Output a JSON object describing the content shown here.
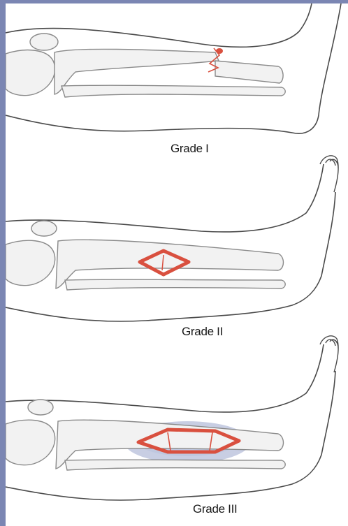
{
  "panels": [
    {
      "id": "grade-1",
      "label": "Grade I"
    },
    {
      "id": "grade-2",
      "label": "Grade II"
    },
    {
      "id": "grade-3",
      "label": "Grade III"
    }
  ],
  "colors": {
    "frame": "#7b86b3",
    "outline": "#4a4a4a",
    "bone_fill": "#f2f2f2",
    "bone_stroke": "#8a8a8a",
    "wound": "#d9503f",
    "bruise": "#9aa6cc"
  }
}
